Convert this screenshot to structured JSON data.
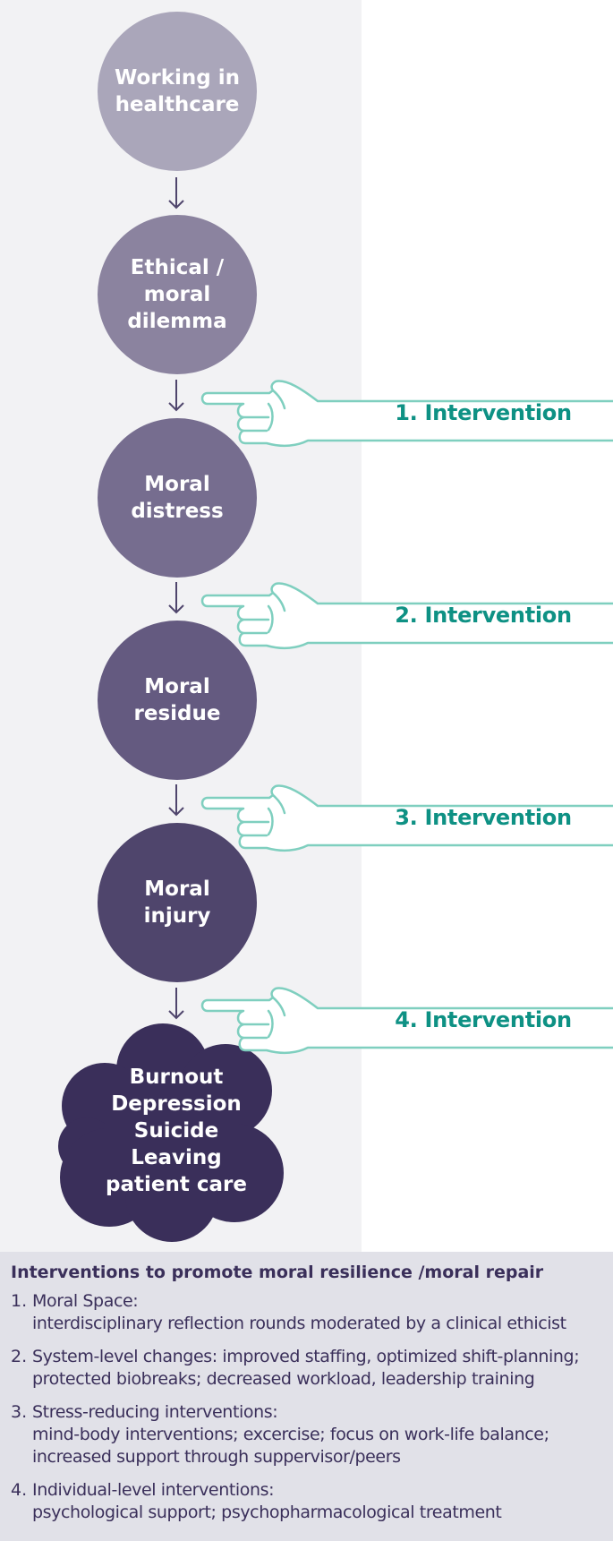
{
  "flow": {
    "nodes": [
      {
        "label": "Working in\nhealthcare",
        "color": "#aaa6ba"
      },
      {
        "label": "Ethical /\nmoral\ndilemma",
        "color": "#8b839f"
      },
      {
        "label": "Moral\ndistress",
        "color": "#766d8f"
      },
      {
        "label": "Moral\nresidue",
        "color": "#645a80"
      },
      {
        "label": "Moral\ninjury",
        "color": "#4f456c"
      }
    ],
    "outcome": {
      "label": "Burnout\nDepression\nSuicide\nLeaving\npatient care",
      "color": "#3a2f5a"
    }
  },
  "interventions": [
    {
      "label": "1. Intervention"
    },
    {
      "label": "2. Intervention"
    },
    {
      "label": "3. Intervention"
    },
    {
      "label": "4. Intervention"
    }
  ],
  "legend": {
    "title": "Interventions to promote moral resilience /moral repair",
    "items": [
      {
        "number": "1.",
        "text": "Moral Space:\ninterdisciplinary reflection rounds moderated by a clinical ethicist"
      },
      {
        "number": "2.",
        "text": "System-level changes: improved staffing, optimized shift-planning;\nprotected biobreaks; decreased workload, leadership training"
      },
      {
        "number": "3.",
        "text": "Stress-reducing interventions:\nmind-body interventions; excercise; focus on work-life balance;\nincreased support through suppervisor/peers"
      },
      {
        "number": "4.",
        "text": "Individual-level interventions:\npsychological support; psychopharmacological treatment"
      }
    ]
  },
  "colors": {
    "accent": "#0e9184",
    "hand_stroke": "#7fcfbf",
    "arrow": "#4f456c",
    "panel": "#f2f2f4",
    "legend_bg": "#e1e1e8"
  }
}
